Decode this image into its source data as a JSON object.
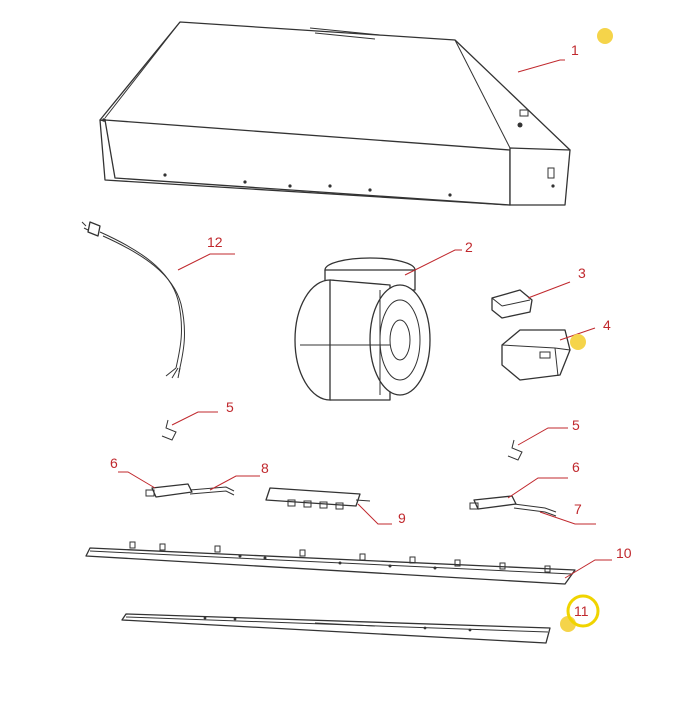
{
  "diagram": {
    "labels": {
      "p1": "1",
      "p2": "2",
      "p3": "3",
      "p4": "4",
      "p5a": "5",
      "p5b": "5",
      "p6a": "6",
      "p6b": "6",
      "p7": "7",
      "p8": "8",
      "p9": "9",
      "p10": "10",
      "p11": "11",
      "p12": "12"
    },
    "colors": {
      "label": "#c0282d",
      "marker": "#f5d44a",
      "highlight_ring": "#f0d400",
      "line": "#333333"
    },
    "highlighted_part": "11",
    "markers": [
      "part-1",
      "part-4",
      "part-11"
    ]
  }
}
